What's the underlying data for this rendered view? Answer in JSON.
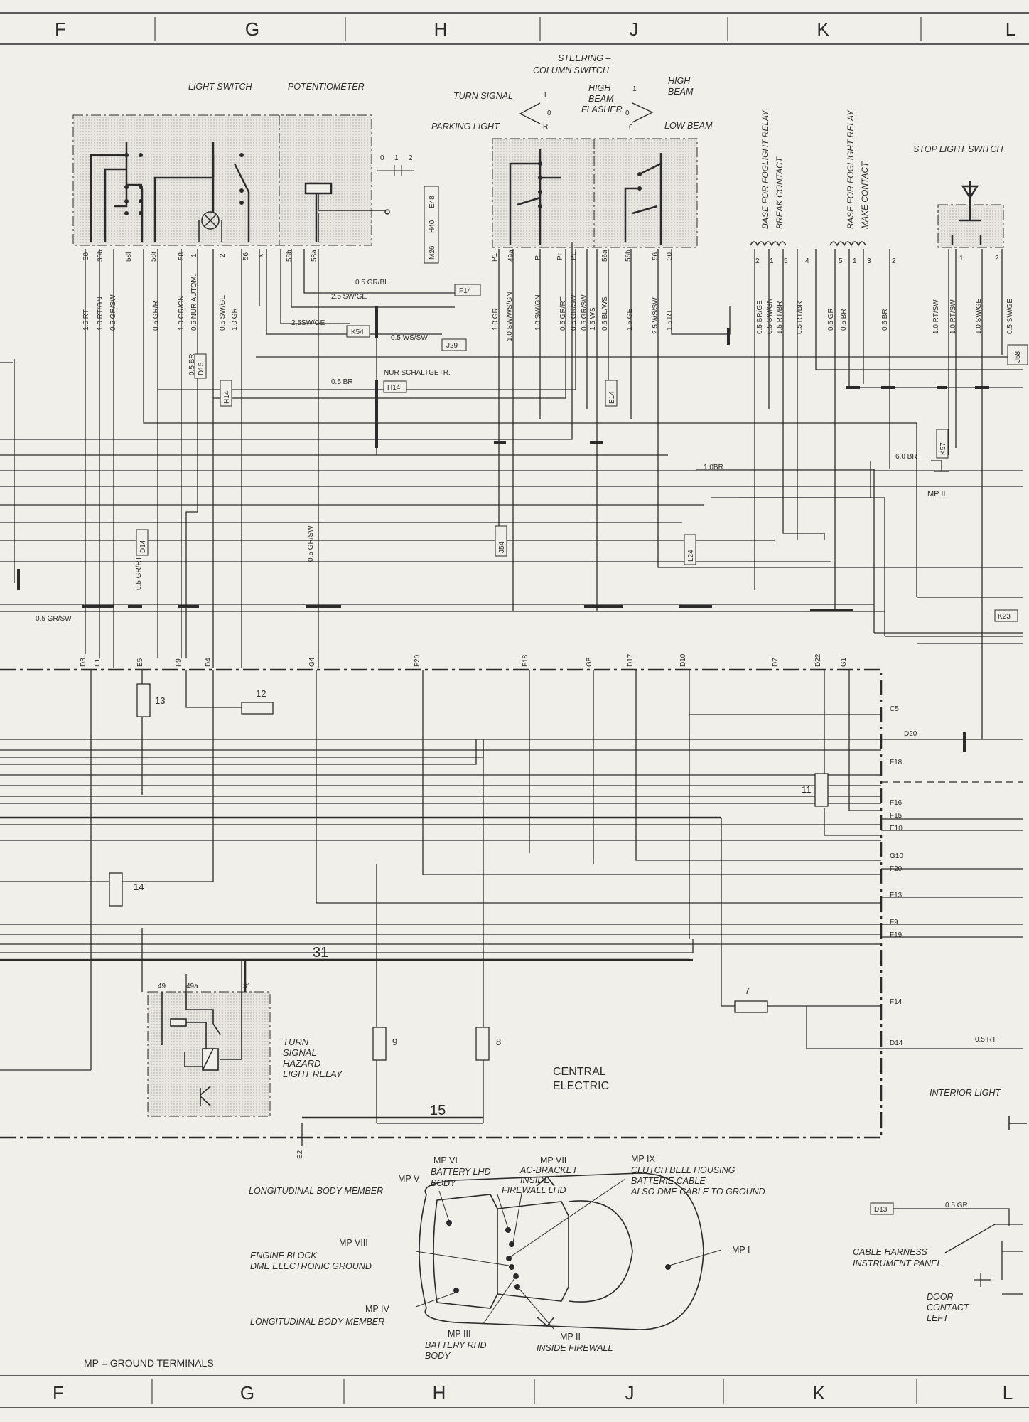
{
  "grid_columns": [
    "F",
    "G",
    "H",
    "J",
    "K",
    "L"
  ],
  "components": {
    "light_switch": "LIGHT SWITCH",
    "potentiometer": "POTENTIOMETER",
    "steering_column_switch": [
      "STEERING –",
      "COLUMN SWITCH"
    ],
    "turn_signal": "TURN SIGNAL",
    "parking_light": "PARKING LIGHT",
    "high_beam_flasher": [
      "HIGH",
      "BEAM",
      "FLASHER"
    ],
    "high_beam": [
      "HIGH",
      "BEAM"
    ],
    "low_beam": "LOW BEAM",
    "foglight_break": [
      "BASE FOR FOGLIGHT RELAY",
      "BREAK CONTACT"
    ],
    "foglight_make": [
      "BASE FOR FOGLIGHT RELAY",
      "MAKE CONTACT"
    ],
    "stop_light_switch": "STOP LIGHT SWITCH",
    "hazard_relay": [
      "TURN",
      "SIGNAL",
      "HAZARD",
      "LIGHT RELAY"
    ],
    "central_electric": [
      "CENTRAL",
      "ELECTRIC"
    ],
    "interior_light": "INTERIOR LIGHT",
    "cable_harness": [
      "CABLE HARNESS",
      "INSTRUMENT PANEL"
    ],
    "door_contact": [
      "DOOR",
      "CONTACT",
      "LEFT"
    ]
  },
  "switch_terminals": [
    "30",
    "30b",
    "58l",
    "58r",
    "58",
    "1",
    "2",
    "56",
    "x",
    "58b",
    "58a"
  ],
  "steering_terminals": [
    "P1",
    "49a",
    "R",
    "Pr",
    "PL",
    "56a",
    "56b",
    "56",
    "30"
  ],
  "relay_terminals": [
    "2",
    "1",
    "5",
    "4",
    "5",
    "1",
    "3",
    "2"
  ],
  "stop_terminals": [
    "1",
    "2"
  ],
  "wire_colors": [
    "1.5 RT",
    "1.0 RT/GN",
    "0.5 GR/SW",
    "0.5 GR/RT",
    "1.0 GR/GN",
    "0.5 NUR AUTOM.",
    "0.5 SW/GE",
    "1.0 GR",
    "1.0 GR",
    "1.0 SW/WS/GN",
    "1.0 SW/GN",
    "0.5 GR/RT",
    "0.5 GR/SW",
    "0.5 GR/SW",
    "1.5 WS",
    "0.5 BL/WS",
    "1.5 GE",
    "2.5 WS/SW",
    "1.5 RT",
    "0.5 BR/GE",
    "0.5 SW/GN",
    "1.5 RT/BR",
    "0.5 RT/BR",
    "0.5 GR",
    "0.5 BR",
    "0.5 BR",
    "1.0 RT/SW",
    "1.0 RT/SW",
    "1.0 SW/GE",
    "0.5 SW/GE"
  ],
  "wire_labels": {
    "gr_bl": "0.5 GR/BL",
    "sw_ge_25": "2.5 SW/GE",
    "sw_ge_25b": "2,5SW/GE",
    "ws_sw": "0.5 WS/SW",
    "br": "0.5 BR",
    "nur_schalt": "NUR SCHALTGETR.",
    "br_60": "6.0 BR",
    "br_10": "1.0BR",
    "gr_sw": "0.5 GR/SW",
    "gr_sw_v": "0.5 GR/SW",
    "gr_rt_v": "0.5 GR/RT",
    "rt": "0.5 RT",
    "gr": "0.5 GR",
    "gr_sw_left": "0.5 GR/SW",
    "br_left": "0.5 BR"
  },
  "connector_refs": {
    "f14": "F14",
    "k54": "K54",
    "j29": "J29",
    "h14": "H14",
    "h14b": "H14",
    "d15": "D15",
    "m26": "M26",
    "h40": "H40",
    "e48": "E48",
    "d14": "D14",
    "j54": "J54",
    "e14": "E14",
    "l24": "L24",
    "k57": "K57",
    "j58": "J58",
    "k23": "K23",
    "d13": "D13"
  },
  "ground_point": "MP II",
  "bus_terminals": [
    "D3",
    "E1",
    "E5",
    "F9",
    "D4",
    "G4",
    "F20",
    "F18",
    "G8",
    "D17",
    "D10",
    "D7",
    "D22",
    "G1"
  ],
  "right_terminals": [
    "C5",
    "D20",
    "F18",
    "F16",
    "F15",
    "E10",
    "G10",
    "F20",
    "F13",
    "F9",
    "F19",
    "F14",
    "D14"
  ],
  "fuses": [
    "13",
    "12",
    "11",
    "14",
    "7",
    "9",
    "8"
  ],
  "relay_pins": [
    "49",
    "49a",
    "31"
  ],
  "bus_numbers": [
    "31",
    "15"
  ],
  "bottom_terminal": "E2",
  "ground_map": {
    "mp6": [
      "MP VI",
      "BATTERY LHD",
      "BODY"
    ],
    "mp7": [
      "MP VII",
      "AC-BRACKET",
      "INSIDE",
      "FIREWALL LHD"
    ],
    "mp9": [
      "MP IX",
      "CLUTCH BELL HOUSING",
      "BATTERIE CABLE",
      "ALSO DME CABLE TO GROUND"
    ],
    "mp5": [
      "MP V",
      "LONGITUDINAL BODY MEMBER"
    ],
    "mp8": [
      "MP VIII",
      "ENGINE BLOCK",
      "DME ELECTRONIC GROUND"
    ],
    "mp1": "MP I",
    "mp4": [
      "MP IV",
      "LONGITUDINAL BODY MEMBER"
    ],
    "mp3": [
      "MP III",
      "BATTERY RHD",
      "BODY"
    ],
    "mp2": [
      "MP II",
      "INSIDE FIREWALL"
    ],
    "legend": "MP = GROUND TERMINALS"
  },
  "colors": {
    "ink": "#2b2b2b",
    "paper": "#f1efe9",
    "component_fill": "#dcdad3"
  }
}
